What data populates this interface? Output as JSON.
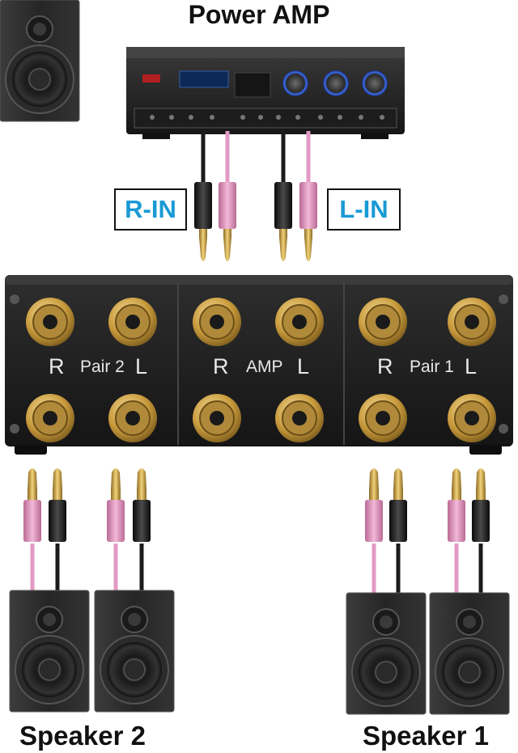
{
  "diagram": {
    "title": "Power AMP",
    "r_in_label": "R-IN",
    "l_in_label": "L-IN",
    "switch_sections": [
      {
        "left": "R",
        "center": "Pair 2",
        "right": "L"
      },
      {
        "left": "R",
        "center": "AMP",
        "right": "L"
      },
      {
        "left": "R",
        "center": "Pair 1",
        "right": "L"
      }
    ],
    "speaker_labels": [
      "Speaker 2",
      "Speaker 1"
    ],
    "colors": {
      "label_blue": "#1a9ad6",
      "cable_pink": "#e39ac4",
      "cable_black": "#1b1b1b",
      "gold": "#d9a93a",
      "device_body": "#232323"
    }
  }
}
